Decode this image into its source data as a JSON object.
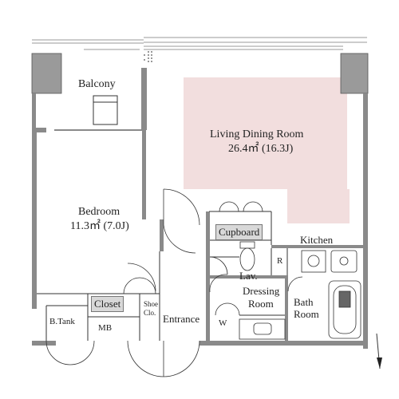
{
  "floor_plan": {
    "rooms": {
      "balcony": "Balcony",
      "living_dining_room": "Living Dining Room",
      "living_dining_area": "26.4㎡ (16.3J)",
      "bedroom": "Bedroom",
      "bedroom_area": "11.3㎡ (7.0J)",
      "cupboard": "Cupboard",
      "kitchen": "Kitchen",
      "refrigerator": "R",
      "lavatory": "Lav.",
      "dressing_room_line1": "Dressing",
      "dressing_room_line2": "Room",
      "bath_room_line1": "Bath",
      "bath_room_line2": "Room",
      "closet": "Closet",
      "shoe_closet_line1": "Shoe",
      "shoe_closet_line2": "Clo.",
      "entrance": "Entrance",
      "b_tank": "B.Tank",
      "mb": "MB",
      "washer": "W"
    },
    "colors": {
      "wall": "#8a8a8a",
      "column": "#9a9a9a",
      "line": "#333333",
      "living_highlight": "#f2dede",
      "label_box": "#d8d8d8"
    },
    "icons": [
      "north-arrow-icon",
      "kitchen-sink-icon",
      "stove-icon",
      "bathtub-icon",
      "toilet-icon",
      "washbasin-icon"
    ]
  }
}
